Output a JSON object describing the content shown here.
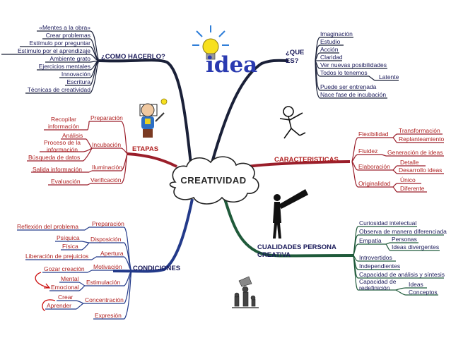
{
  "center": "CREATIVIDAD",
  "idea_word": "idea",
  "como": {
    "header": "¿COMO HACERLO?",
    "items": [
      "«Mentes a la obra»",
      "Crear problemas",
      "Estímulo por preguntar",
      "Estímulo por el aprendizaje",
      "Ambiente grato",
      "Ejercicios mentales",
      "Innovación",
      "Escritura",
      "Técnicas de creatividad"
    ]
  },
  "que_es": {
    "header_1": "¿QUE",
    "header_2": "ES?",
    "items": [
      "Imaginación",
      "Estudio",
      "Acción",
      "Claridad",
      "Ver nuevas posibilidades",
      "Todos lo tenemos",
      "Puede ser entrenada",
      "Nace fase de incubación"
    ],
    "latente": "Latente"
  },
  "etapas": {
    "header": "ETAPAS",
    "preparacion": "Preparación",
    "recopilar_1": "Recopilar",
    "recopilar_2": "información",
    "incubacion": "Incubación",
    "analisis": "Análisis",
    "proceso_1": "Proceso de la",
    "proceso_2": "información",
    "busqueda": "Búsqueda de datos",
    "iluminacion": "Iluminación",
    "salida": "Salida información",
    "verificacion": "Verificación",
    "evaluacion": "Evaluación"
  },
  "caracteristicas": {
    "header": "CARACTERISTICAS",
    "flexibilidad": "Flexibilidad",
    "transformacion": "Transformación",
    "replanteamiento": "Replanteamiento",
    "fluidez": "Fluidez",
    "generacion": "Generación de ideas",
    "elaboracion": "Elaboración",
    "detalle": "Detalle",
    "desarrollo": "Desarrollo ideas",
    "originalidad": "Originalidad",
    "unico": "Único",
    "diferente": "Diferente"
  },
  "condiciones": {
    "header": "CONDICIONES",
    "preparacion": "Preparación",
    "reflexion": "Reflexión del problema",
    "disposicion": "Disposición",
    "psiquica": "Psíquica",
    "fisica": "Física",
    "apertura": "Apertura",
    "liberacion": "Liberación de prejuicios",
    "motivacion": "Motivación",
    "gozar": "Gozar creación",
    "estimulacion": "Estimulación",
    "mental": "Mental",
    "emocional": "Emocional",
    "concentracion": "Concentración",
    "crear": "Crear",
    "aprender": "Aprender",
    "expresion": "Expresión"
  },
  "cualidades": {
    "header_1": "CUALIDADES PERSONA",
    "header_2": "CREATIVA",
    "curiosidad": "Curiosidad intelectual",
    "observa": "Observa de manera diferenciada",
    "empatia": "Empatía",
    "personas": "Personas",
    "ideas_divergentes": "Ideas divergentes",
    "introvertidos": "Introvertidos",
    "independientes": "Independientes",
    "capacidad_analisis": "Capacidad de análisis y síntesis",
    "capacidad_redef_1": "Capacidad de",
    "capacidad_redef_2": "redefinición",
    "ideas": "Ideas",
    "conceptos": "Conceptos"
  },
  "colors": {
    "navy": "#1a1a5a",
    "red": "#b02020",
    "branch_dark": "#1a2038",
    "branch_red": "#9a1e2a",
    "branch_blue": "#233a8a",
    "branch_green": "#1f5a3a"
  },
  "icons": [
    "lightbulb-icon",
    "student-figure-icon",
    "dancing-figure-icon",
    "telescope-figure-icon",
    "chess-pieces-icon"
  ]
}
